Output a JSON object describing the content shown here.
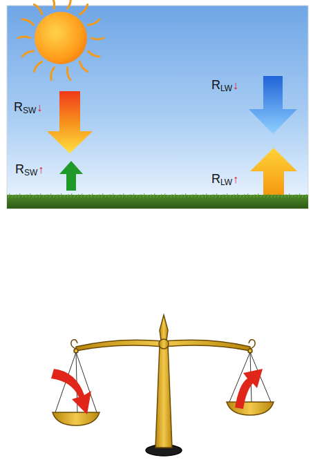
{
  "diagram": {
    "labels": [
      "R",
      "SW",
      "↓",
      "R",
      "SW",
      "↑",
      "R",
      "LW",
      "↓",
      "R",
      "LW",
      "↑"
    ]
  }
}
